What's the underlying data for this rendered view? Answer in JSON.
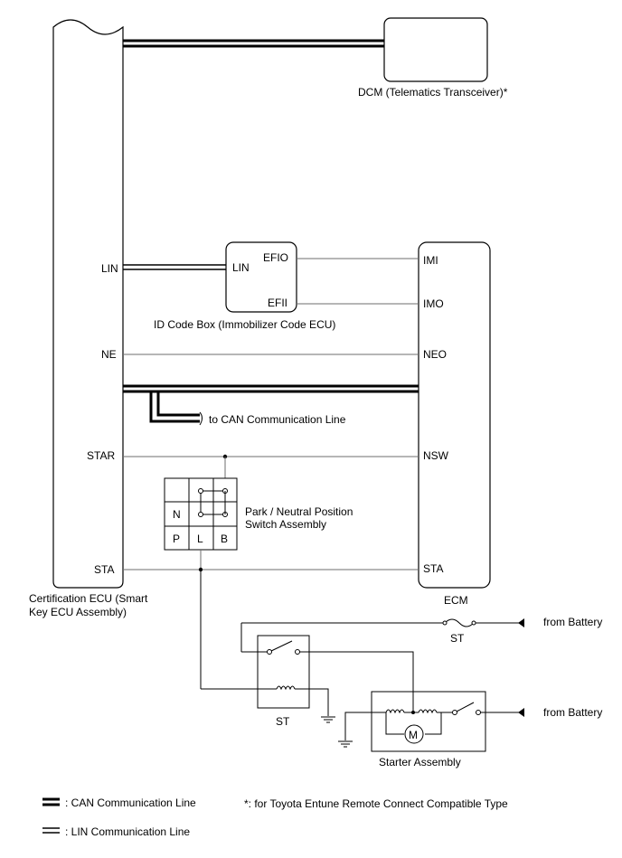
{
  "components": {
    "cert_ecu": "Certification ECU (Smart Key ECU Assembly)",
    "cert_ecu_line1": "Certification ECU (Smart",
    "cert_ecu_line2": "Key ECU Assembly)",
    "dcm": "DCM (Telematics Transceiver)*",
    "id_code_box": "ID Code Box (Immobilizer Code ECU)",
    "ecm": "ECM",
    "pnp_switch_line1": "Park / Neutral Position",
    "pnp_switch_line2": "Switch Assembly",
    "st_relay": "ST",
    "st_fuse": "ST",
    "starter": "Starter Assembly",
    "starter_motor": "M"
  },
  "pins": {
    "cert_lin": "LIN",
    "cert_ne": "NE",
    "cert_star": "STAR",
    "cert_sta": "STA",
    "idbox_lin": "LIN",
    "idbox_efio": "EFIO",
    "idbox_efii": "EFII",
    "ecm_imi": "IMI",
    "ecm_imo": "IMO",
    "ecm_neo": "NEO",
    "ecm_nsw": "NSW",
    "ecm_sta": "STA"
  },
  "switch_positions": [
    "N",
    "P",
    "L",
    "B"
  ],
  "notes": {
    "can_line_dest": "to CAN Communication Line",
    "from_battery_1": "from Battery",
    "from_battery_2": "from Battery"
  },
  "legend": {
    "can": ": CAN Communication Line",
    "lin": ": LIN Communication Line",
    "footnote": "*: for Toyota Entune Remote Connect Compatible Type"
  }
}
